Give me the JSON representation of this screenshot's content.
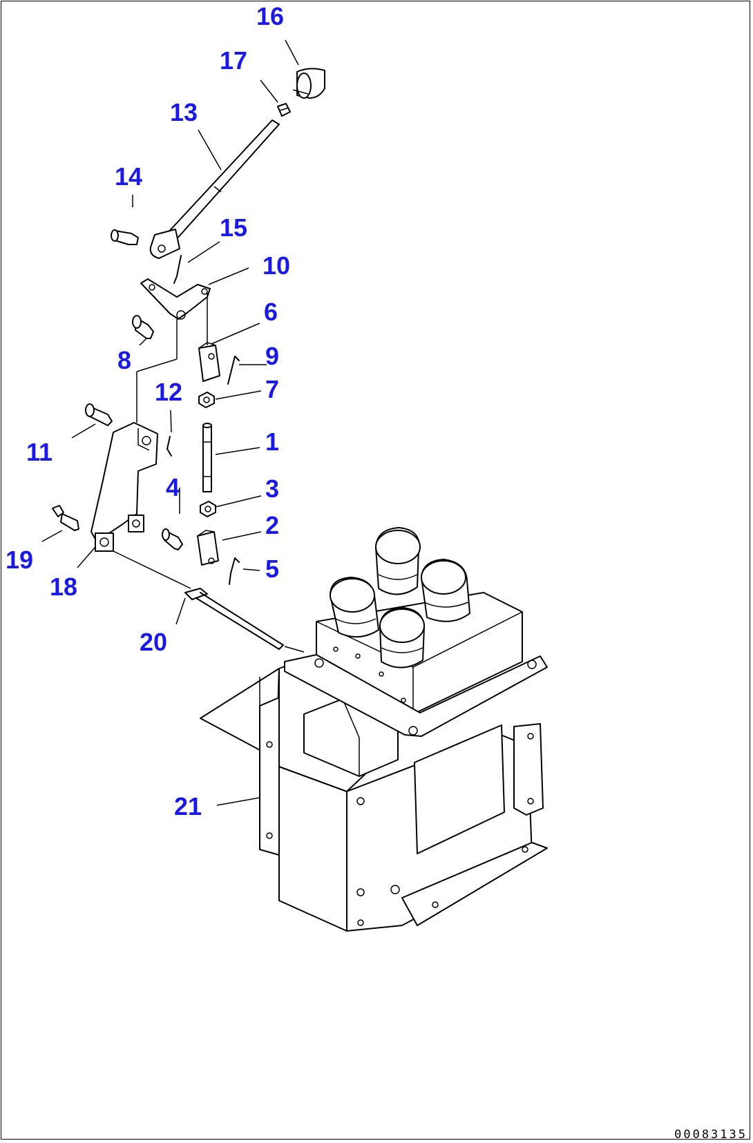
{
  "diagram": {
    "callouts": [
      {
        "id": "16",
        "label": "16"
      },
      {
        "id": "17",
        "label": "17"
      },
      {
        "id": "13",
        "label": "13"
      },
      {
        "id": "14",
        "label": "14"
      },
      {
        "id": "15",
        "label": "15"
      },
      {
        "id": "10",
        "label": "10"
      },
      {
        "id": "6",
        "label": "6"
      },
      {
        "id": "8",
        "label": "8"
      },
      {
        "id": "9",
        "label": "9"
      },
      {
        "id": "12",
        "label": "12"
      },
      {
        "id": "7",
        "label": "7"
      },
      {
        "id": "11",
        "label": "11"
      },
      {
        "id": "1",
        "label": "1"
      },
      {
        "id": "4",
        "label": "4"
      },
      {
        "id": "3",
        "label": "3"
      },
      {
        "id": "2",
        "label": "2"
      },
      {
        "id": "19",
        "label": "19"
      },
      {
        "id": "5",
        "label": "5"
      },
      {
        "id": "18",
        "label": "18"
      },
      {
        "id": "20",
        "label": "20"
      },
      {
        "id": "21",
        "label": "21"
      }
    ],
    "callout_color": "#1a1ae6",
    "line_color": "#000000"
  },
  "footer": {
    "document_number": "00083135"
  }
}
